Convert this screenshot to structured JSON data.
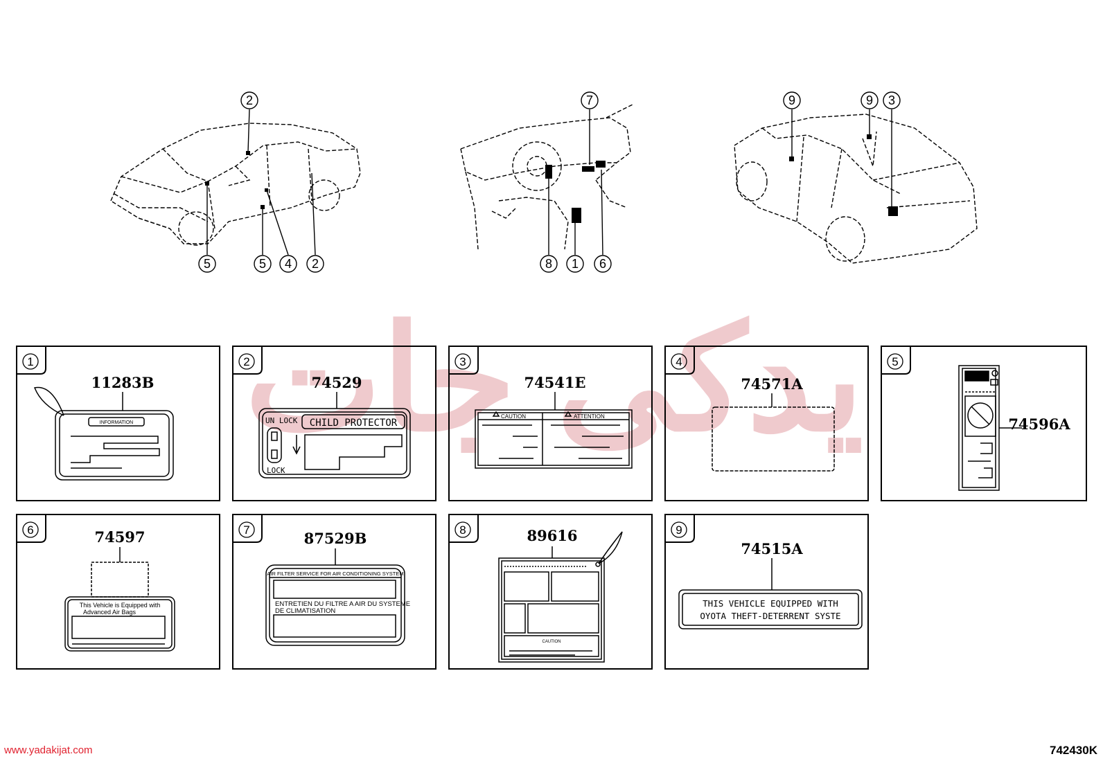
{
  "callouts": [
    "1",
    "2",
    "3",
    "4",
    "5",
    "6",
    "7",
    "8",
    "9"
  ],
  "watermark": {
    "text": "یدکی جات",
    "color": "#e3a0a6"
  },
  "panels": [
    {
      "num": "1",
      "part": "11283B",
      "label_texts": [
        "INFORMATION"
      ]
    },
    {
      "num": "2",
      "part": "74529",
      "label_texts": [
        "UN LOCK",
        "CHILD PROTECTOR",
        "LOCK"
      ]
    },
    {
      "num": "3",
      "part": "74541E",
      "label_texts": [
        "CAUTION",
        "ATTENTION"
      ]
    },
    {
      "num": "4",
      "part": "74571A",
      "label_texts": []
    },
    {
      "num": "5",
      "part": "74596A",
      "label_texts": []
    },
    {
      "num": "6",
      "part": "74597",
      "label_texts": [
        "This Vehicle is Equipped with",
        "Advanced Air Bags"
      ]
    },
    {
      "num": "7",
      "part": "87529B",
      "label_texts": [
        "AIR FILTER SERVICE FOR AIR CONDITIONING SYSTEM",
        "ENTRETIEN DU FILTRE A AIR DU SYSTEME",
        "DE CLIMATISATION"
      ]
    },
    {
      "num": "8",
      "part": "89616",
      "label_texts": [
        "CAUTION"
      ]
    },
    {
      "num": "9",
      "part": "74515A",
      "label_texts": [
        "THIS VEHICLE EQUIPPED WITH",
        "OYOTA THEFT-DETERRENT SYSTE"
      ]
    }
  ],
  "footer": {
    "website": "www.yadakijat.com",
    "diagram_code": "742430K"
  },
  "colors": {
    "line": "#000000",
    "website": "#e0212e"
  }
}
